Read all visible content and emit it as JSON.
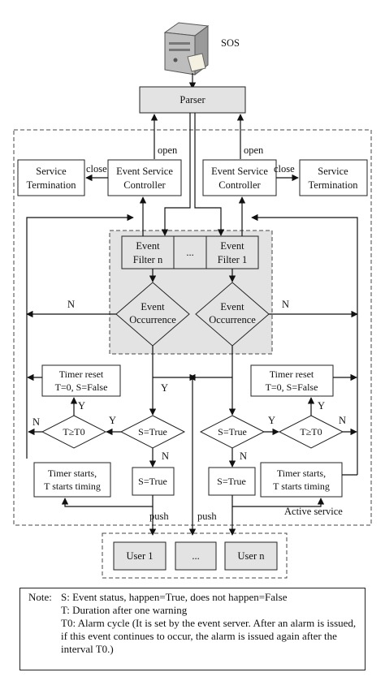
{
  "sos_label": "SOS",
  "parser": "Parser",
  "left": {
    "open": "open",
    "close": "close",
    "esc": [
      "Event Service",
      "Controller"
    ],
    "term": [
      "Service",
      "Termination"
    ],
    "filter": [
      "Event",
      "Filter n"
    ],
    "occurrence": [
      "Event",
      "Occurrence"
    ],
    "n": "N",
    "y": "Y",
    "timer_reset": [
      "Timer reset",
      "T=0, S=False"
    ],
    "t_ge": "T≥T0",
    "t_ge_y": "Y",
    "t_ge_n": "N",
    "s_true_d": "S=True",
    "s_y": "Y",
    "s_n": "N",
    "s_true_box": "S=True",
    "timer_starts": [
      "Timer starts,",
      "T starts timing"
    ],
    "push": "push"
  },
  "right": {
    "open": "open",
    "close": "close",
    "esc": [
      "Event Service",
      "Controller"
    ],
    "term": [
      "Service",
      "Termination"
    ],
    "filter": [
      "Event",
      "Filter 1"
    ],
    "occurrence": [
      "Event",
      "Occurrence"
    ],
    "n": "N",
    "timer_reset": [
      "Timer reset",
      "T=0, S=False"
    ],
    "t_ge": "T≥T0",
    "t_ge_y": "Y",
    "t_ge_n": "N",
    "s_true_d": "S=True",
    "s_y": "Y",
    "s_n": "N",
    "s_true_box": "S=True",
    "timer_starts": [
      "Timer starts,",
      "T starts timing"
    ],
    "push": "push",
    "active_service": "Active service"
  },
  "filter_ellipsis": "...",
  "users": [
    "User 1",
    "...",
    "User n"
  ],
  "note": {
    "label": "Note:",
    "lines": [
      "S: Event status, happen=True, does not happen=False",
      "T: Duration after one warning",
      "T0: Alarm cycle (It is set by the event server. After an alarm is issued, if this event continues to occur, the alarm is issued again after the interval T0.)"
    ]
  }
}
